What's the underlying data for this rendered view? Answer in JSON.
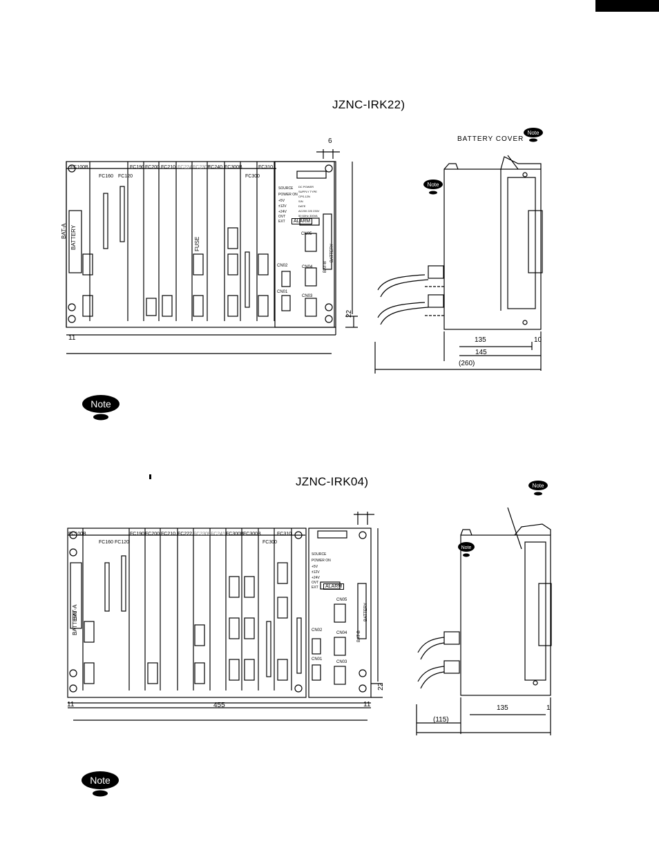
{
  "fig1": {
    "title": "JZNC-IRK22)",
    "battery_cover_label": "BATTERY  COVER",
    "slots": [
      "FC100B",
      "FC190",
      "FC200",
      "FC210",
      "FC224",
      "FC230B",
      "FC240",
      "FC300B",
      "FC310"
    ],
    "sub_slots": [
      "FC160",
      "FC120",
      "FC300"
    ],
    "psu": {
      "source": "SOURCE",
      "power_on": "POWER ON",
      "v5": "+5V",
      "v12": "±12V",
      "v24": "+24V",
      "ovt": "OVT",
      "ext": "EXT",
      "dc_power": "DC POWER",
      "supply_type": "SUPPLY TYPE",
      "cps": "CPS-12N",
      "sn": "S/N",
      "date": "DATE",
      "ac": "AC200 220 230V",
      "hz": "50 60Hz  300VA",
      "alarm": "ALARM",
      "cn05": "CN05",
      "cn04": "CN04",
      "cn03": "CN03",
      "cn02": "CN02",
      "cn01": "CN01",
      "battery": "BATTERY",
      "bat_b": "BAT-B"
    },
    "left_battery": "BATTERY",
    "bat_a": "BAT-A",
    "fuse": "FUSE",
    "dim_6": "6",
    "dim_22": "22",
    "dim_11": "11",
    "dim_135": "135",
    "dim_10": "10",
    "dim_145": "145",
    "dim_260": "(260)"
  },
  "fig2": {
    "title": "JZNC-IRK04)",
    "slots": [
      "FC100B",
      "FC190",
      "FC200",
      "FC210",
      "FC222",
      "FC230B",
      "FC241",
      "FC300B",
      "FC300B",
      "FC310"
    ],
    "sub_slots": [
      "FC160",
      "FC120",
      "FC300"
    ],
    "psu": {
      "source": "SOURCE",
      "power_on": "POWER ON",
      "v5": "+5V",
      "v12": "±12V",
      "v24": "+24V",
      "ovt": "OVT",
      "ext": "EXT",
      "alarm": "ALARM",
      "cn05": "CN05",
      "cn04": "CN04",
      "cn03": "CN03",
      "cn02": "CN02",
      "cn01": "CN01",
      "battery": "BATTERY",
      "bat_b": "BAT-B"
    },
    "left_battery": "BATTERY",
    "bat_a": "BAT-A",
    "dim_455": "455",
    "dim_11l": "11",
    "dim_11r": "11",
    "dim_22": "22",
    "dim_135": "135",
    "dim_1": "1",
    "dim_115": "(115)"
  },
  "note_label": "Note",
  "colors": {
    "ink": "#000000",
    "paper": "#ffffff"
  }
}
